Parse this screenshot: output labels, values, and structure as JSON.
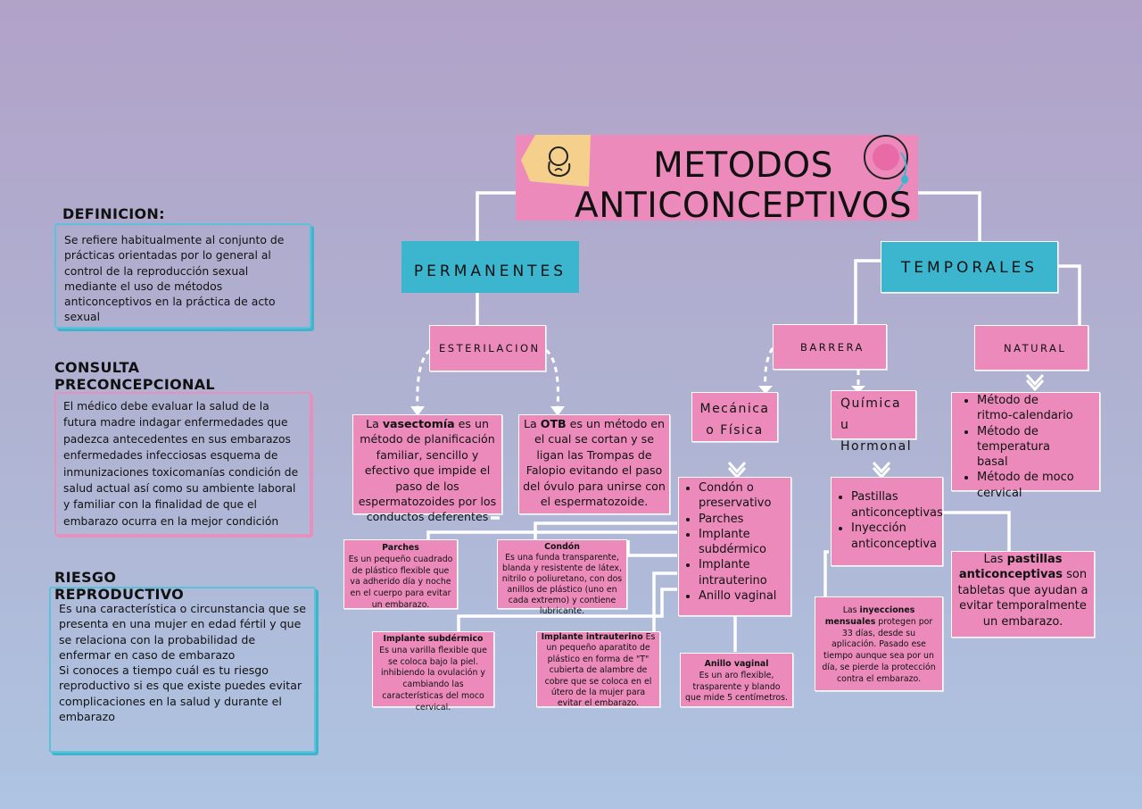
{
  "title": "METODOS ANTICONCEPTIVOS",
  "left": {
    "definition": {
      "heading": "DEFINICION:",
      "text": "Se refiere habitualmente al conjunto de prácticas orientadas por lo general al control de la reproducción sexual mediante el uso de métodos anticonceptivos en la práctica de acto sexual"
    },
    "consulta": {
      "heading": "CONSULTA PRECONCEPCIONAL",
      "text": "El médico debe evaluar la salud de la futura madre indagar enfermedades que padezca antecedentes en sus embarazos enfermedades infecciosas esquema de inmunizaciones toxicomanías condición de salud actual así como su ambiente laboral y familiar con la finalidad de que el embarazo ocurra en la mejor condición"
    },
    "riesgo": {
      "heading": "RIESGO REPRODUCTIVO",
      "text1": "Es una característica o circunstancia que se presenta en una mujer en edad fértil y que se relaciona con la probabilidad de enfermar en caso de embarazo",
      "text2": "Si conoces a tiempo cuál es tu riesgo reproductivo si es que existe puedes evitar complicaciones en la salud y durante el embarazo"
    }
  },
  "permanentes": {
    "label": "PERMANENTES",
    "sub": "ESTERILACION",
    "vasectomia": {
      "pre": "La ",
      "bold": "vasectomía",
      "post": " es un método de planificación familiar, sencillo y efectivo que impide el paso de los espermatozoides por los conductos deferentes"
    },
    "otb": {
      "pre": "La ",
      "bold": "OTB",
      "post": " es un método en el cual se cortan y se ligan las Trompas de Falopio evitando el paso del óvulo para unirse con el espermatozoide."
    }
  },
  "temporales": {
    "label": "TEMPORALES",
    "barrera": "BARRERA",
    "natural": "NATURAL",
    "mecanica": "Mecánica o Física",
    "quimica": "Química u Hormonal",
    "mecanica_list": [
      "Condón o preservativo",
      "Parches",
      "Implante subdérmico",
      "Implante intrauterino",
      "Anillo vaginal"
    ],
    "quimica_list": [
      "Pastillas anticonceptivas",
      "Inyección anticonceptiva"
    ],
    "natural_list": [
      "Método de ritmo-calendario",
      "Método de temperatura basal",
      "Método de moco cervical"
    ],
    "parches": {
      "title": "Parches",
      "text": "Es un pequeño cuadrado de plástico flexible que va adherido día y noche en el cuerpo para evitar un embarazo."
    },
    "condon": {
      "title": "Condón",
      "text": "Es una funda transparente, blanda y resistente de látex, nitrilo o poliuretano, con dos anillos de plástico (uno en cada extremo) y contiene lubricante."
    },
    "implante_sub": {
      "title": "Implante subdérmico",
      "text": "Es una varilla flexible que se coloca bajo la piel. inhibiendo la ovulación y cambiando las características del moco cervical."
    },
    "implante_intra": {
      "title": "Implante intrauterino",
      "text": "Es un pequeño aparatito de plástico en forma de \"T\" cubierta de alambre de cobre que se coloca en el útero de la mujer para evitar el embarazo."
    },
    "anillo": {
      "title": "Anillo vaginal",
      "text": "Es un aro flexible, trasparente y blando que mide 5 centímetros."
    },
    "inyecciones": {
      "pre": "Las ",
      "bold": "inyecciones mensuales",
      "post": " protegen por 33 días, desde su aplicación. Pasado ese tiempo aunque sea por un día, se pierde la protección contra el embarazo."
    },
    "pastillas": {
      "pre": "Las ",
      "bold": "pastillas anticonceptivas",
      "post": " son tabletas que ayudan a evitar temporalmente un embarazo."
    }
  },
  "colors": {
    "pink": "#ec8bbb",
    "teal": "#3cb6cf",
    "background_top": "#b1a2c8",
    "background_bottom": "#aec4e2"
  }
}
